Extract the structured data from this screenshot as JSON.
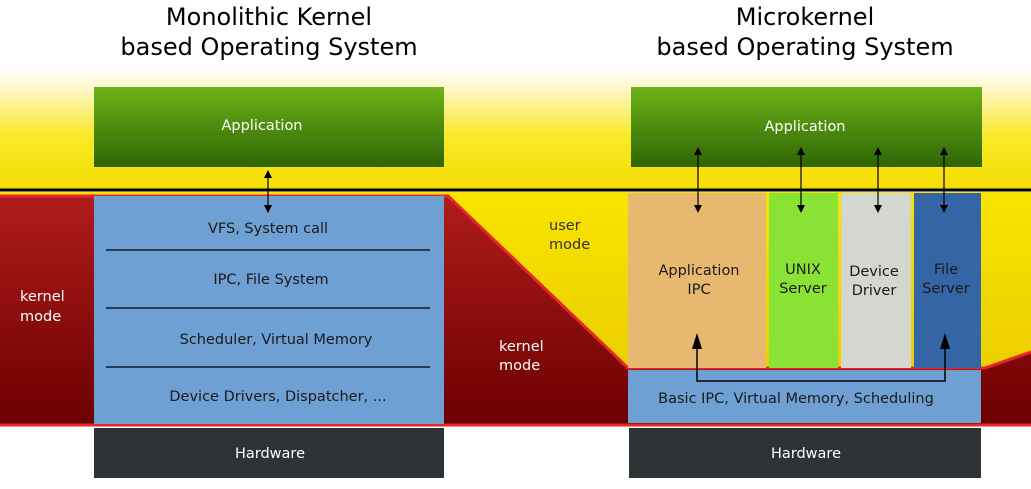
{
  "monolithic": {
    "title_line1": "Monolithic Kernel",
    "title_line2": "based Operating System",
    "application": "Application",
    "layers": [
      "VFS, System call",
      "IPC, File System",
      "Scheduler, Virtual Memory",
      "Device Drivers, Dispatcher, ..."
    ],
    "hardware": "Hardware",
    "kernel_mode_line1": "kernel",
    "kernel_mode_line2": "mode"
  },
  "microkernel": {
    "title_line1": "Microkernel",
    "title_line2": "based Operating System",
    "application": "Application",
    "servers": [
      {
        "line1": "Application",
        "line2": "IPC"
      },
      {
        "line1": "UNIX",
        "line2": "Server"
      },
      {
        "line1": "Device",
        "line2": "Driver"
      },
      {
        "line1": "File",
        "line2": "Server"
      }
    ],
    "basic": "Basic IPC, Virtual Memory, Scheduling",
    "hardware": "Hardware",
    "user_mode_line1": "user",
    "user_mode_line2": "mode",
    "kernel_mode_line1": "kernel",
    "kernel_mode_line2": "mode"
  },
  "colors": {
    "user_band": "#f7e600",
    "kernel_band": "#9c0a0a",
    "boundary": "#e8262a",
    "application": "#3c7a0a",
    "kernel_blocks": "#6fa0d4",
    "app_ipc": "#e9b870",
    "unix_server": "#8ae234",
    "device_driver": "#d3d7cf",
    "file_server": "#3465a4",
    "hardware": "#2e3436"
  }
}
